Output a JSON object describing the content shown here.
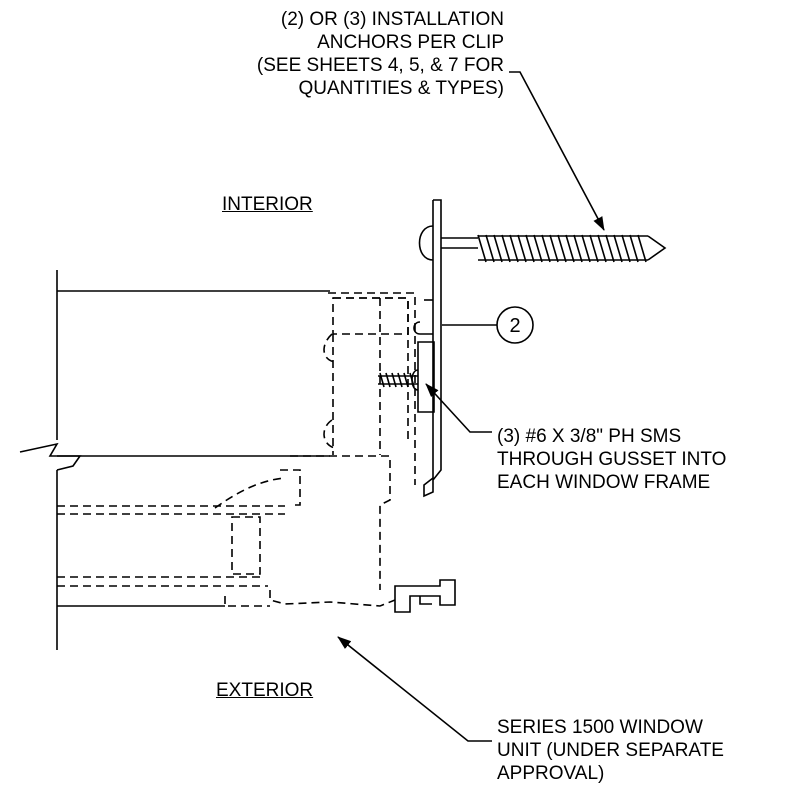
{
  "labels": {
    "anchor_note": [
      "(2) OR (3) INSTALLATION",
      "ANCHORS PER CLIP",
      "(SEE SHEETS 4, 5, & 7 FOR",
      "QUANTITIES & TYPES)"
    ],
    "interior": "INTERIOR",
    "exterior": "EXTERIOR",
    "callout_number": "2",
    "screw_note": [
      "(3) #6 X 3/8\" PH SMS",
      "THROUGH GUSSET INTO",
      "EACH WINDOW FRAME"
    ],
    "window_note": [
      "SERIES 1500 WINDOW",
      "UNIT (UNDER SEPARATE",
      "APPROVAL)"
    ]
  },
  "colors": {
    "line": "#000000",
    "background": "#ffffff"
  }
}
